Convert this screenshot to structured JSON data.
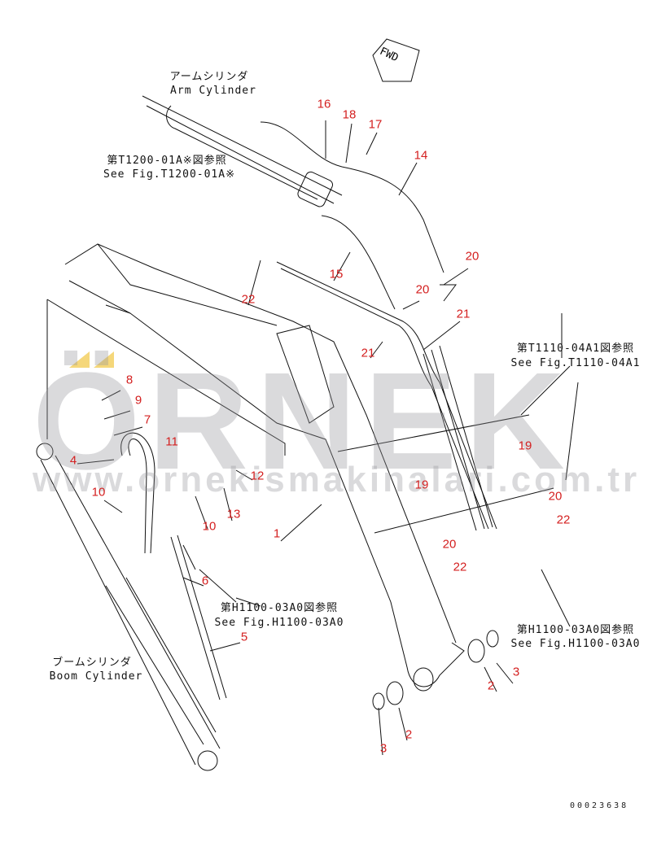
{
  "watermark": {
    "brand": "ÖRNEK",
    "site": "www.ornekismakinalari.com.tr",
    "accent_color": "#f5d77a"
  },
  "labels": {
    "arm_cylinder_jp": "アームシリンダ",
    "arm_cylinder_en": "Arm Cylinder",
    "ref_t1200_jp": "第T1200-01A※図参照",
    "ref_t1200_en": "See Fig.T1200-01A※",
    "ref_t1110_jp": "第T1110-04A1図参照",
    "ref_t1110_en": "See Fig.T1110-04A1",
    "ref_h1100_left_jp": "第H1100-03A0図参照",
    "ref_h1100_left_en": "See Fig.H1100-03A0",
    "ref_h1100_right_jp": "第H1100-03A0図参照",
    "ref_h1100_right_en": "See Fig.H1100-03A0",
    "boom_cylinder_jp": "ブームシリンダ",
    "boom_cylinder_en": "Boom Cylinder",
    "fwd": "FWD",
    "drawing_code": "00023638"
  },
  "part_numbers": [
    "16",
    "18",
    "17",
    "14",
    "20",
    "15",
    "22",
    "20",
    "21",
    "21",
    "8",
    "9",
    "7",
    "11",
    "4",
    "19",
    "19",
    "10",
    "12",
    "13",
    "10",
    "1",
    "20",
    "22",
    "20",
    "22",
    "6",
    "5",
    "2",
    "3",
    "2",
    "3"
  ],
  "callout_color": "#d42020"
}
